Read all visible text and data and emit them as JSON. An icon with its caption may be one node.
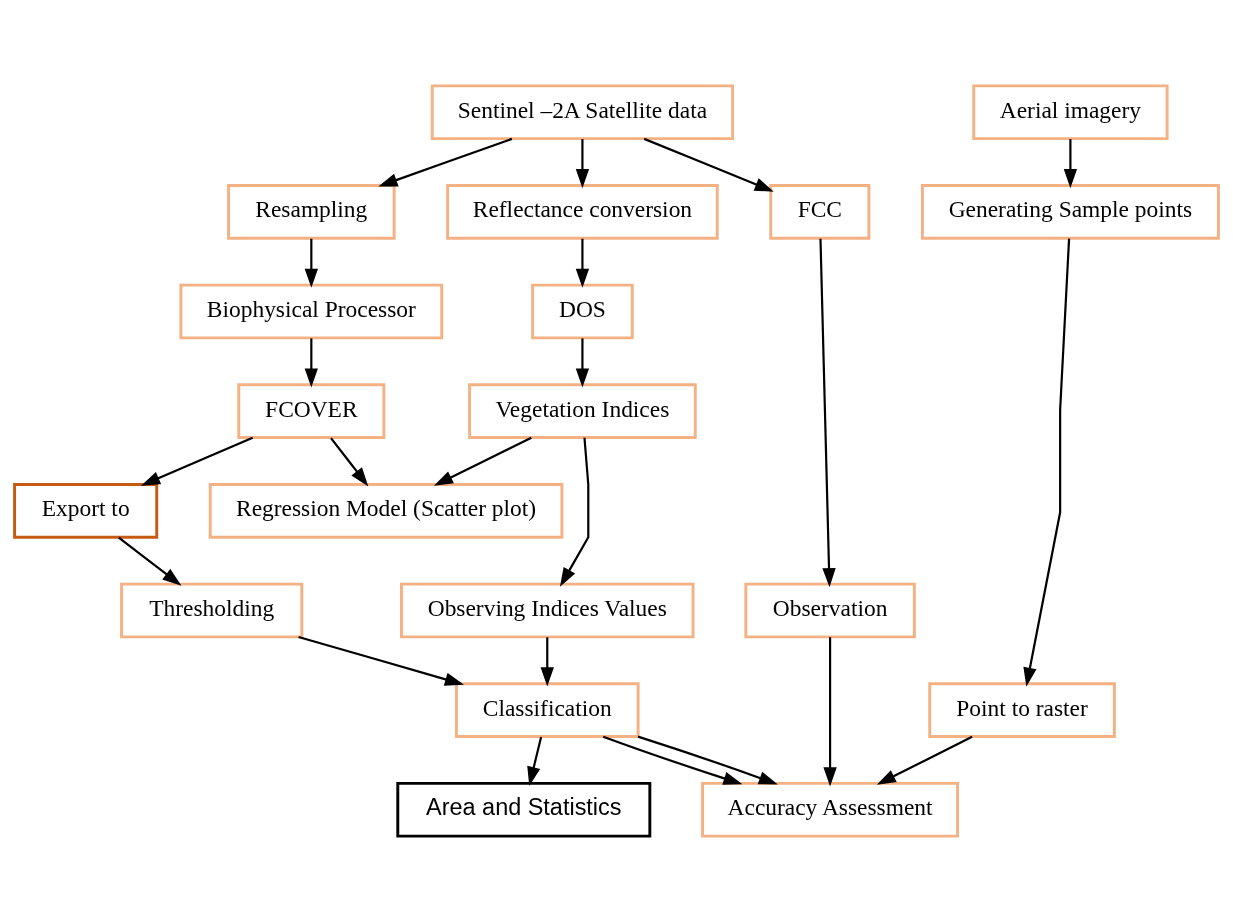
{
  "diagram": {
    "nodes": [
      {
        "text": [
          "Sentinel –2A Satellite data"
        ]
      },
      {
        "text": [
          "Aerial imagery"
        ]
      },
      {
        "text": [
          "FCC"
        ]
      },
      {
        "text": [
          "Resampling"
        ]
      },
      {
        "text": [
          "Reflectance conversion"
        ]
      },
      {
        "text": [
          "Generating Sample points"
        ]
      },
      {
        "text": [
          "Biophysical Processor"
        ]
      },
      {
        "text": [
          "DOS"
        ]
      },
      {
        "text": [
          "Observation"
        ]
      },
      {
        "text": [
          "FCOVER"
        ]
      },
      {
        "text": [
          "Point to raster"
        ]
      },
      {
        "text": [
          "Export to"
        ]
      },
      {
        "text": [
          "Vegetation Indices"
        ]
      },
      {
        "text": [
          "Accuracy Assessment"
        ]
      },
      {
        "text": [
          "Thresholding"
        ]
      },
      {
        "text": [
          "Observing Indices Values"
        ]
      },
      {
        "text": [
          "Classification"
        ]
      },
      {
        "text": [
          "Regression Model (Scatter plot)"
        ]
      },
      {
        "text": [
          "Area and Statistics"
        ]
      }
    ],
    "edges": [
      {
        "from": 0,
        "to": 2,
        "arrow": "to"
      },
      {
        "from": 0,
        "to": 3,
        "arrow": "to"
      },
      {
        "from": 0,
        "to": 4,
        "arrow": "to"
      },
      {
        "from": 1,
        "to": 5,
        "arrow": "to"
      },
      {
        "from": 5,
        "to": 10,
        "arrow": "to"
      },
      {
        "from": 10,
        "to": 13,
        "arrow": "to"
      },
      {
        "from": 2,
        "to": 8,
        "arrow": "to"
      },
      {
        "from": 8,
        "to": 13,
        "arrow": "to"
      },
      {
        "from": 3,
        "to": 6,
        "arrow": "to"
      },
      {
        "from": 6,
        "to": 9,
        "arrow": "to"
      },
      {
        "from": 9,
        "to": 11,
        "arrow": "to"
      },
      {
        "from": 11,
        "to": 14,
        "arrow": "to"
      },
      {
        "from": 14,
        "to": 16,
        "arrow": "to"
      },
      {
        "from": 16,
        "to": 13,
        "arrow": "to"
      },
      {
        "from": 16,
        "to": 13,
        "arrow": "to"
      },
      {
        "from": 16,
        "to": 18,
        "arrow": "to"
      },
      {
        "from": 9,
        "to": 17,
        "arrow": "to"
      },
      {
        "from": 4,
        "to": 7,
        "arrow": "to"
      },
      {
        "from": 7,
        "to": 12,
        "arrow": "to"
      },
      {
        "from": 12,
        "to": 15,
        "arrow": "to"
      },
      {
        "from": 12,
        "to": 17,
        "arrow": "to"
      },
      {
        "from": 15,
        "to": 16,
        "arrow": "to"
      }
    ]
  }
}
